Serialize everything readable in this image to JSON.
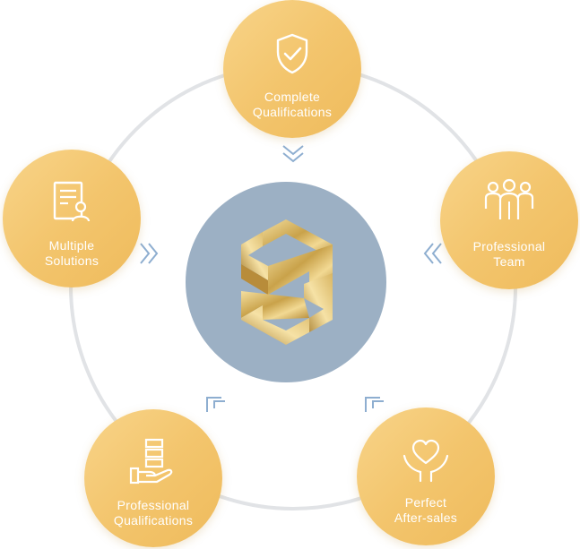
{
  "nodes": {
    "top": {
      "line1": "Complete",
      "line2": "Qualifications",
      "icon": "shield-check-icon"
    },
    "left": {
      "line1": "Multiple",
      "line2": "Solutions",
      "icon": "document-person-icon"
    },
    "right": {
      "line1": "Professional",
      "line2": "Team",
      "icon": "team-icon"
    },
    "bottom_left": {
      "line1": "Professional",
      "line2": "Qualifications",
      "icon": "server-hand-icon"
    },
    "bottom_right": {
      "line1": "Perfect",
      "line2": "After-sales",
      "icon": "heart-hands-icon"
    }
  },
  "center": {
    "icon": "gold-hexagon-logo"
  },
  "colors": {
    "node_fill": "#f3c56d",
    "center_fill": "#9cb0c4",
    "ring": "#e1e3e6",
    "arrow": "#8eaed0",
    "logo_gold": "#c9a24a"
  }
}
